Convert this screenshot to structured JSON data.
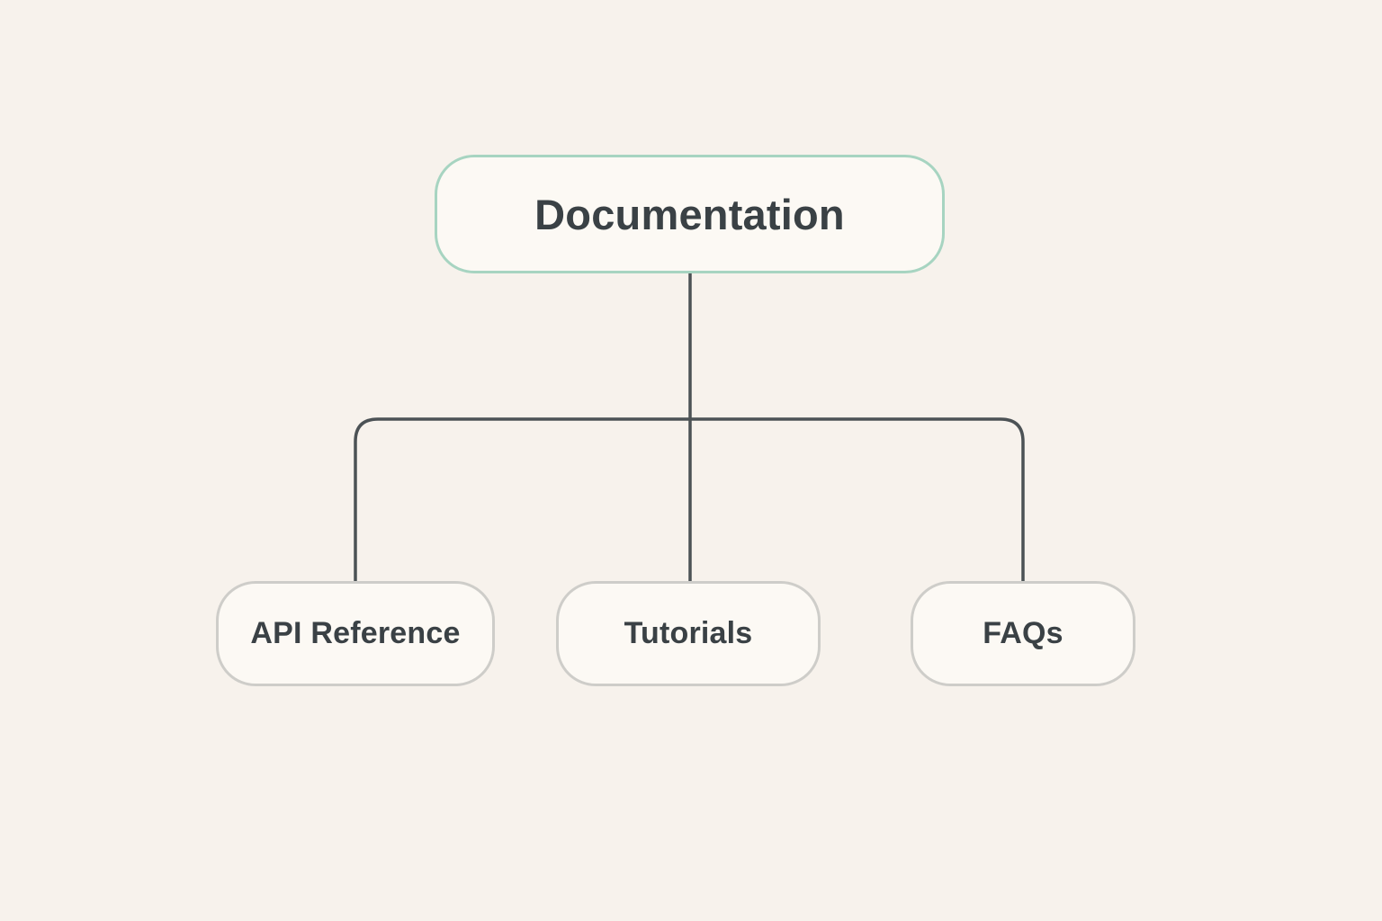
{
  "diagram": {
    "root": {
      "label": "Documentation"
    },
    "children": [
      {
        "label": "API Reference"
      },
      {
        "label": "Tutorials"
      },
      {
        "label": "FAQs"
      }
    ]
  },
  "colors": {
    "background": "#f7f2ec",
    "node-fill": "#fcf9f4",
    "root-border": "#a7d4c1",
    "child-border": "#cecdc9",
    "connector": "#4c5255",
    "text": "#3a4145"
  }
}
